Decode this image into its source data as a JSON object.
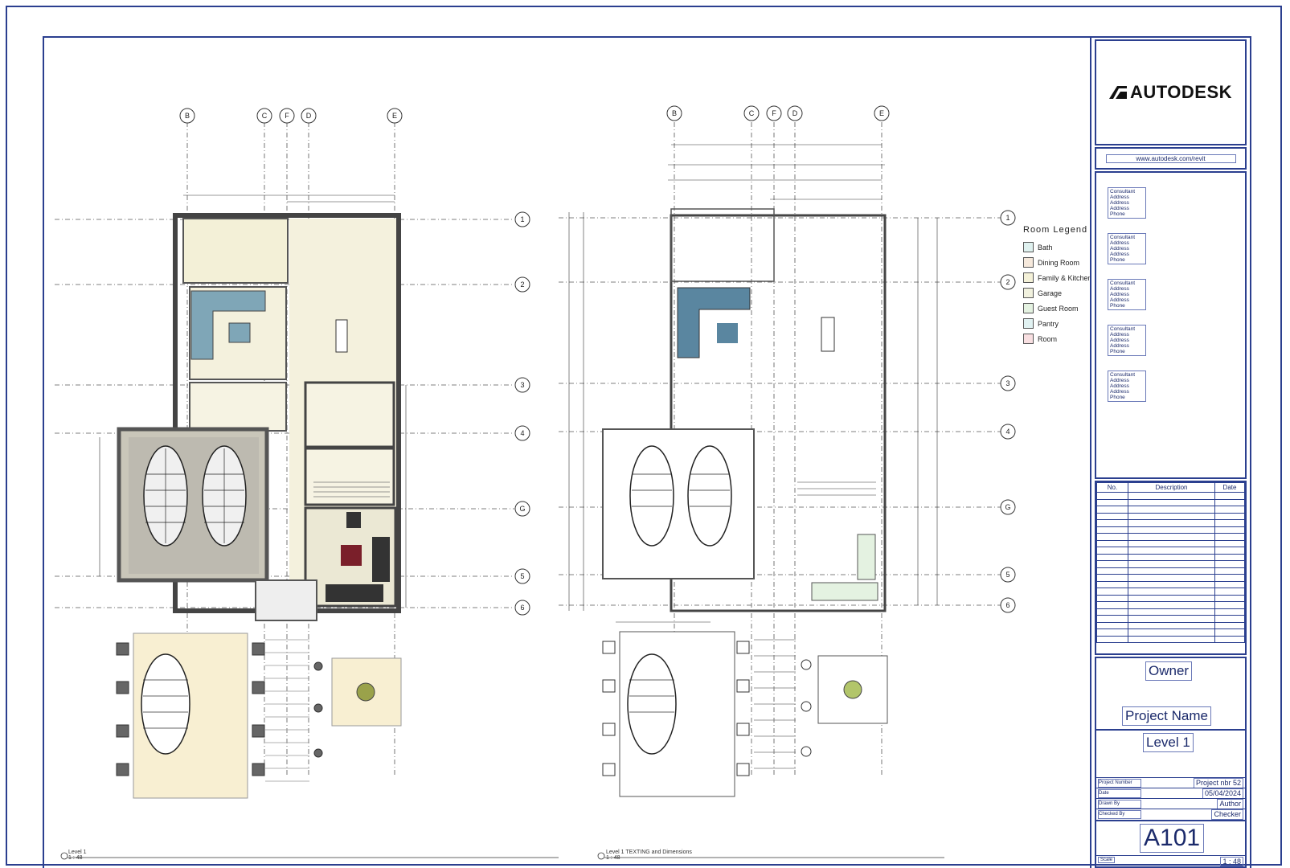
{
  "grid": {
    "columns": [
      "B",
      "C",
      "F",
      "D",
      "E"
    ],
    "rows": [
      "1",
      "2",
      "3",
      "4",
      "G",
      "5",
      "6"
    ]
  },
  "views": [
    {
      "title": "Level 1",
      "scale": "1 : 48"
    },
    {
      "title": "Level 1 TEXTING and Dimensions",
      "scale": "1 : 48"
    }
  ],
  "legend": {
    "title": "Room Legend",
    "items": [
      {
        "label": "Bath",
        "color": "#dff1ef"
      },
      {
        "label": "Dining Room",
        "color": "#f6e9dc"
      },
      {
        "label": "Family & Kitchen",
        "color": "#f4f1d8"
      },
      {
        "label": "Garage",
        "color": "#f1f1de"
      },
      {
        "label": "Guest Room",
        "color": "#e4f2e1"
      },
      {
        "label": "Pantry",
        "color": "#e1f2f2"
      },
      {
        "label": "Room",
        "color": "#f8dfe1"
      }
    ]
  },
  "titleblock": {
    "logo": "AUTODESK",
    "url": "www.autodesk.com/revit",
    "consultants": [
      [
        "Consultant",
        "Address",
        "Address",
        "Address",
        "Phone"
      ],
      [
        "Consultant",
        "Address",
        "Address",
        "Address",
        "Phone"
      ],
      [
        "Consultant",
        "Address",
        "Address",
        "Address",
        "Phone"
      ],
      [
        "Consultant",
        "Address",
        "Address",
        "Address",
        "Phone"
      ],
      [
        "Consultant",
        "Address",
        "Address",
        "Address",
        "Phone"
      ]
    ],
    "revision_headers": {
      "no": "No.",
      "desc": "Description",
      "date": "Date"
    },
    "owner": "Owner",
    "project_name": "Project Name",
    "sheet_name": "Level 1",
    "fields": [
      {
        "label": "Project Number",
        "value": "Project nbr 52"
      },
      {
        "label": "Date",
        "value": "05/04/2024"
      },
      {
        "label": "Drawn By",
        "value": "Author"
      },
      {
        "label": "Checked By",
        "value": "Checker"
      }
    ],
    "sheet_number": "A101",
    "scale_label": "Scale",
    "scale_value": "1 : 48"
  }
}
